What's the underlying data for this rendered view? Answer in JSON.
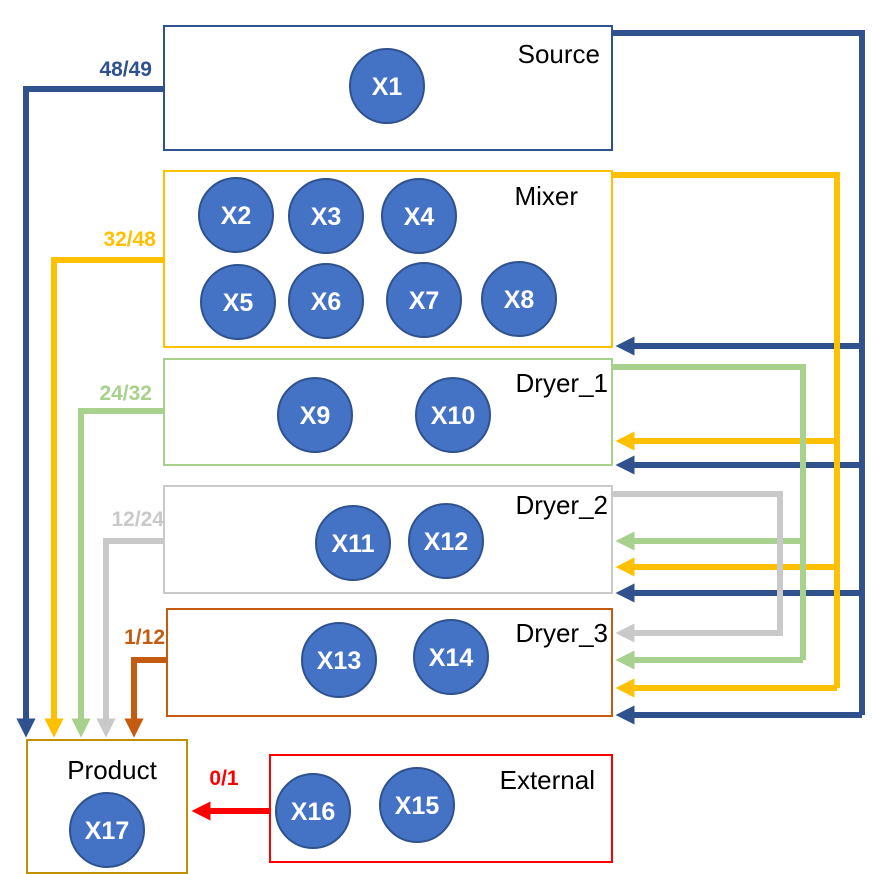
{
  "colors": {
    "source": "#2F528F",
    "mixer": "#FFC000",
    "dryer_1": "#A9D18E",
    "dryer_2": "#C9C9C9",
    "dryer_3": "#C55A11",
    "external": "#FF0000",
    "product": "#BF9000",
    "node_fill": "#4472C4",
    "node_stroke": "#2F528F",
    "source_box": "#2F528F"
  },
  "boxes": {
    "source": "Source",
    "mixer": "Mixer",
    "dryer_1": "Dryer_1",
    "dryer_2": "Dryer_2",
    "dryer_3": "Dryer_3",
    "product": "Product",
    "external": "External"
  },
  "nodes": {
    "x1": "X1",
    "x2": "X2",
    "x3": "X3",
    "x4": "X4",
    "x5": "X5",
    "x6": "X6",
    "x7": "X7",
    "x8": "X8",
    "x9": "X9",
    "x10": "X10",
    "x11": "X11",
    "x12": "X12",
    "x13": "X13",
    "x14": "X14",
    "x15": "X15",
    "x16": "X16",
    "x17": "X17"
  },
  "ratios": {
    "source": "48/49",
    "mixer": "32/48",
    "dryer_1": "24/32",
    "dryer_2": "12/24",
    "dryer_3": "1/12",
    "external": "0/1"
  }
}
